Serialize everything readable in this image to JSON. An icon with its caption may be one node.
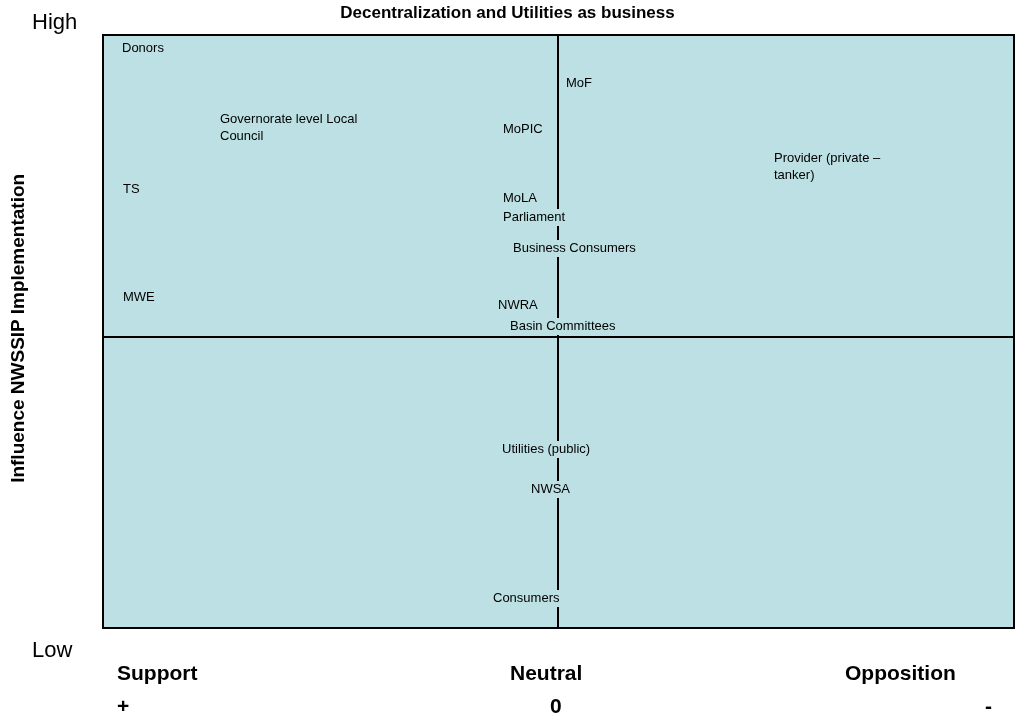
{
  "diagram": {
    "title": "Decentralization and Utilities as business",
    "labels": [
      "High",
      "Influence NWSSIP Implementation",
      "Donors",
      "MoF",
      "Governorate level Local Council",
      "MoPIC",
      "Provider (private – tanker)",
      "TS",
      "MoLA",
      "Parliament",
      "Business Consumers",
      "MWE",
      "NWRA",
      "Basin Committees",
      "Utilities (public)",
      "NWSA",
      "Consumers",
      "Low",
      "Support",
      "Neutral",
      "Opposition",
      "+",
      "0",
      "-"
    ]
  }
}
